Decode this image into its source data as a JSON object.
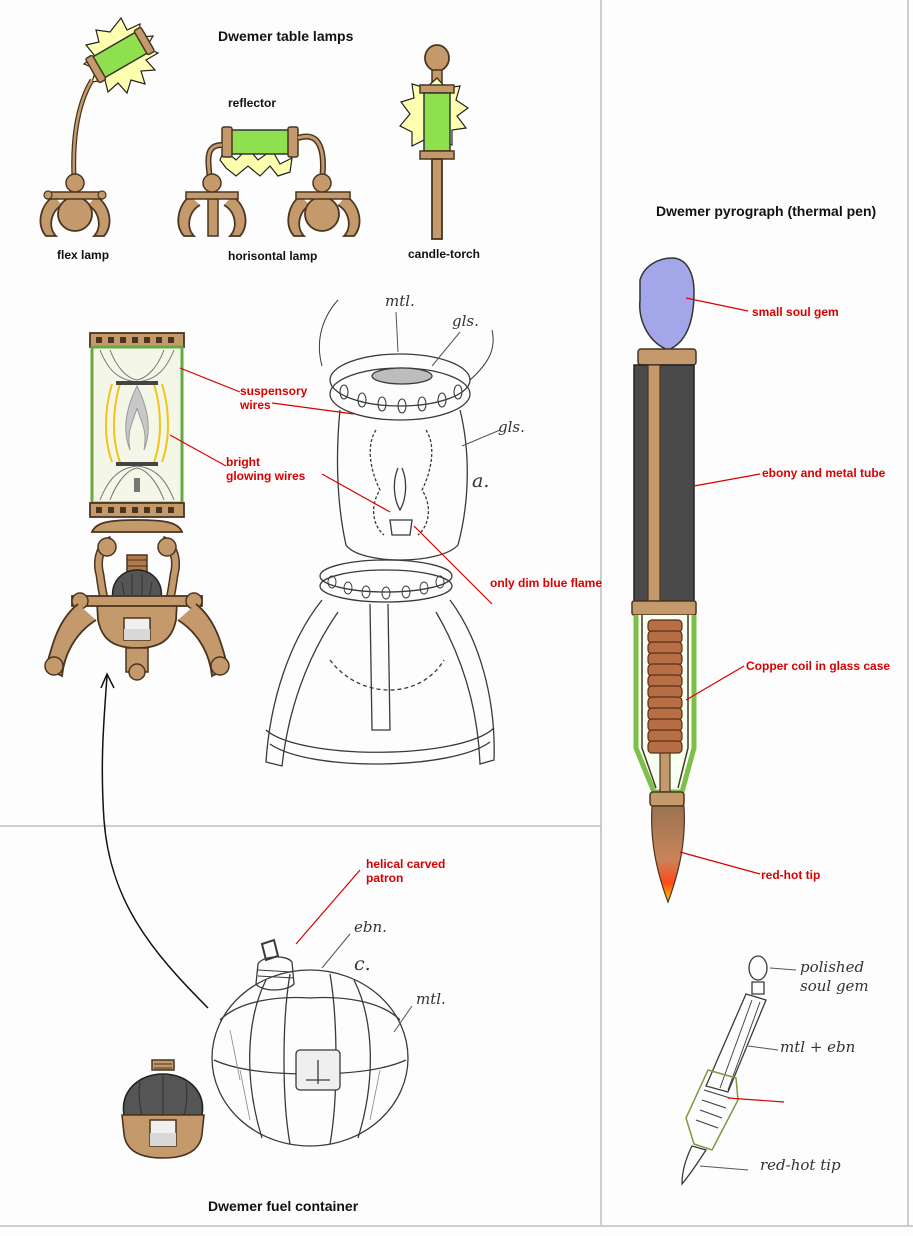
{
  "headings": {
    "table_lamps": "Dwemer table lamps",
    "pyrograph": "Dwemer pyrograph (thermal pen)",
    "fuel_container": "Dwemer fuel container"
  },
  "lamp_captions": {
    "reflector": "reflector",
    "flex_lamp": "flex lamp",
    "horisontal_lamp": "horisontal lamp",
    "candle_torch": "candle-torch"
  },
  "lamp_callouts": {
    "suspensory_wires_1": "suspensory",
    "suspensory_wires_2": "wires",
    "bright_glowing_wires_1": "bright",
    "bright_glowing_wires_2": "glowing wires",
    "dim_blue_flame": "only dim blue flame"
  },
  "fuel_callouts": {
    "helical_1": "helical carved",
    "helical_2": "patron"
  },
  "pen_callouts": {
    "soul_gem": "small soul gem",
    "ebony_tube": "ebony and metal tube",
    "copper_coil": "Copper coil in glass case",
    "red_hot_tip": "red-hot tip"
  },
  "sketch_notes": {
    "mtl_top": "mtl.",
    "gls_top": "gls.",
    "gls_side": "gls.",
    "a": "a.",
    "ebn": "ebn.",
    "c": "c.",
    "mtl": "mtl.",
    "polished_1": "polished",
    "polished_2": "soul gem",
    "mtl_ebn": "mtl + ebn",
    "red_hot_tip": "red-hot tip"
  },
  "colors": {
    "bronze": "#c49a6c",
    "bronze_outline": "#4a3520",
    "glow_green": "#8ee04f",
    "glow_yellow": "#ffffb0",
    "soul_gem": "#a3a6e8",
    "ebony": "#4a4a4a",
    "copper_coil": "#b86e45",
    "glass_case": "#7cc04a",
    "callout_red": "#d90000",
    "pencil": "#3a3a3a"
  }
}
